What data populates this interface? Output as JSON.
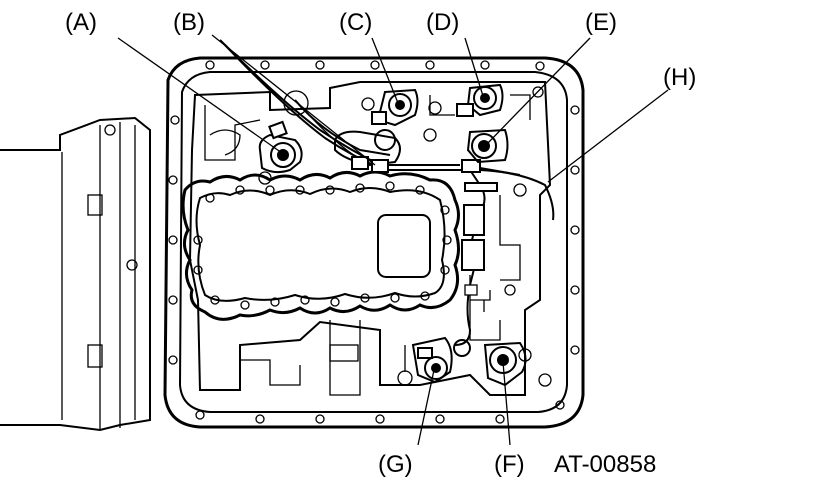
{
  "labels": {
    "a": "(A)",
    "b": "(B)",
    "c": "(C)",
    "d": "(D)",
    "e": "(E)",
    "f": "(F)",
    "g": "(G)",
    "h": "(H)"
  },
  "figure_id": "AT-00858",
  "colors": {
    "ink": "#000000",
    "paper": "#ffffff"
  }
}
